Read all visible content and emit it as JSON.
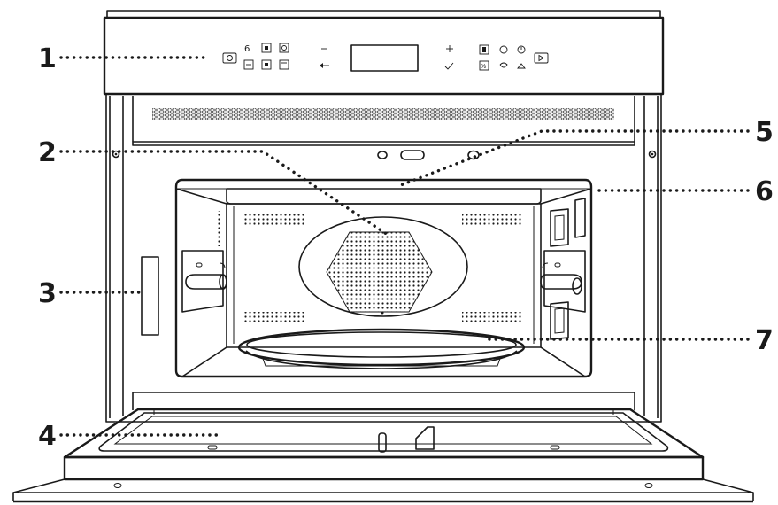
{
  "callouts": [
    {
      "id": "1",
      "label": "1"
    },
    {
      "id": "2",
      "label": "2"
    },
    {
      "id": "3",
      "label": "3"
    },
    {
      "id": "4",
      "label": "4"
    },
    {
      "id": "5",
      "label": "5"
    },
    {
      "id": "6",
      "label": "6"
    },
    {
      "id": "7",
      "label": "7"
    }
  ],
  "icons": [
    "power-button-icon",
    "function-icons",
    "minus-icon",
    "back-icon",
    "display-window",
    "plus-icon",
    "confirm-icon",
    "settings-icons",
    "start-button-icon"
  ]
}
